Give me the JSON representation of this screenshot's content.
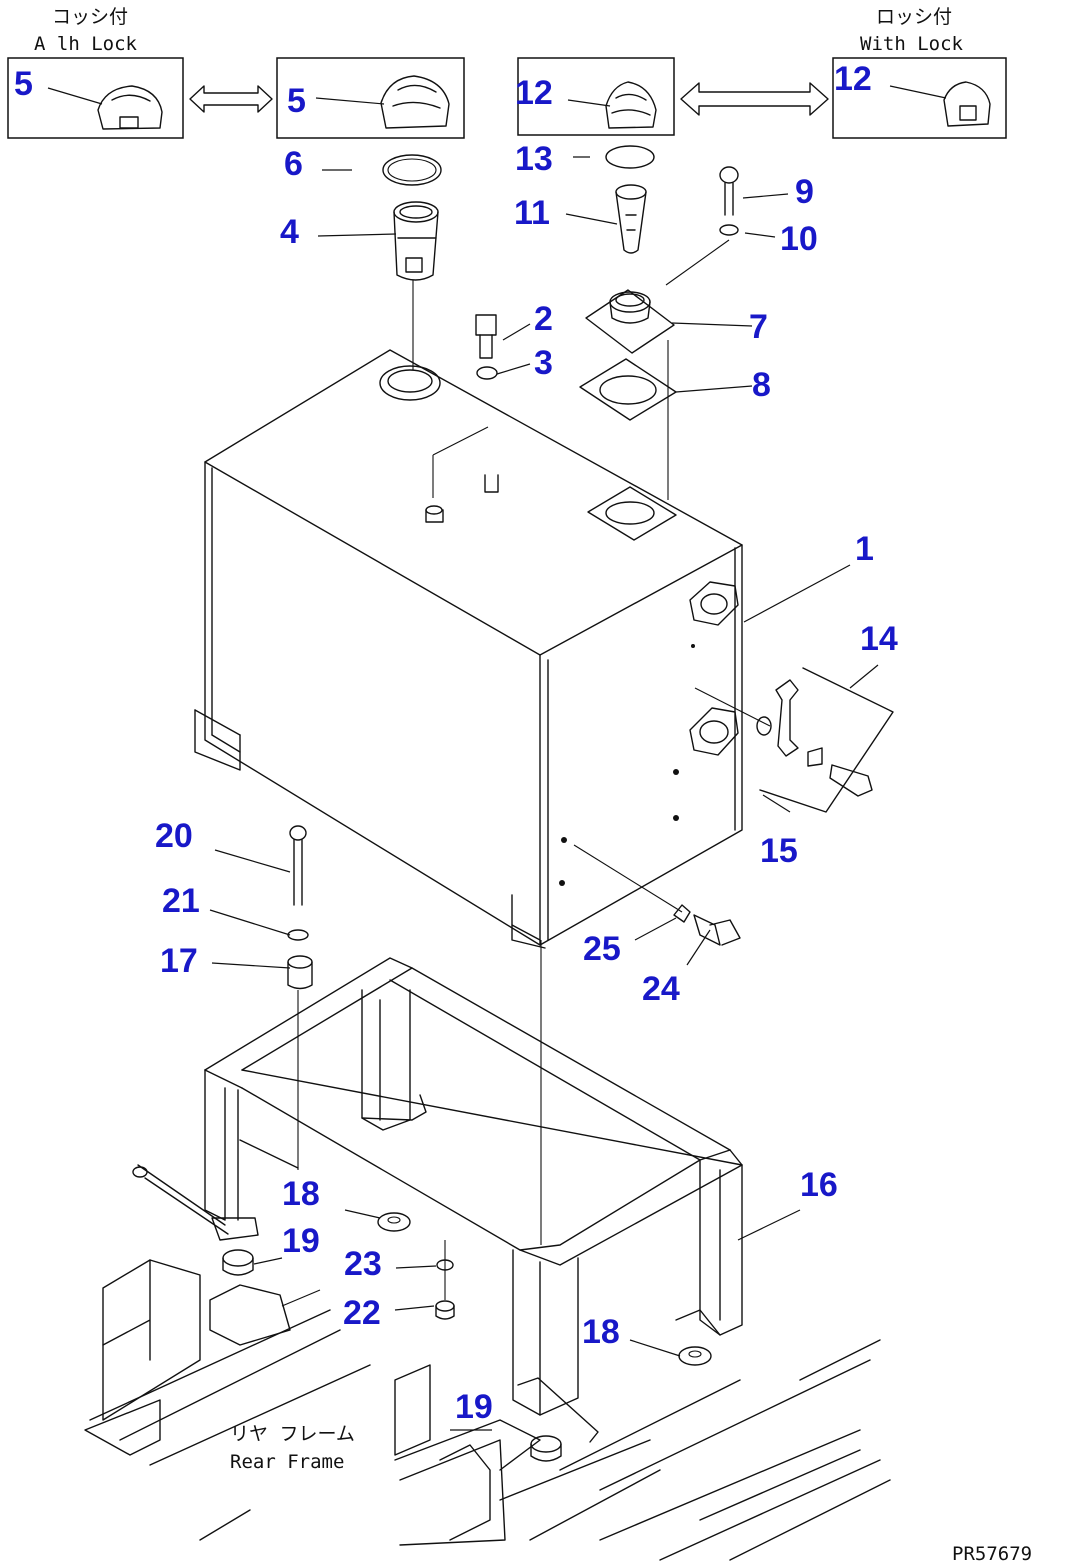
{
  "colors": {
    "callout": "#1818c8",
    "line": "#111111",
    "background": "#ffffff"
  },
  "captions": {
    "no_lock_jp": "コッシ付",
    "no_lock_en": "A  lh Lock",
    "with_lock_jp": "ロッシ付",
    "with_lock_en": "With Lock",
    "rear_frame_jp": "リヤ フレーム",
    "rear_frame_en": "Rear Frame"
  },
  "drawing_code": "PR57679",
  "callouts": [
    {
      "id": "c5a",
      "label": "5"
    },
    {
      "id": "c5b",
      "label": "5"
    },
    {
      "id": "c12a",
      "label": "12"
    },
    {
      "id": "c12b",
      "label": "12"
    },
    {
      "id": "c6",
      "label": "6"
    },
    {
      "id": "c13",
      "label": "13"
    },
    {
      "id": "c4",
      "label": "4"
    },
    {
      "id": "c11",
      "label": "11"
    },
    {
      "id": "c9",
      "label": "9"
    },
    {
      "id": "c10",
      "label": "10"
    },
    {
      "id": "c2",
      "label": "2"
    },
    {
      "id": "c3",
      "label": "3"
    },
    {
      "id": "c7",
      "label": "7"
    },
    {
      "id": "c8",
      "label": "8"
    },
    {
      "id": "c1",
      "label": "1"
    },
    {
      "id": "c14",
      "label": "14"
    },
    {
      "id": "c15",
      "label": "15"
    },
    {
      "id": "c20",
      "label": "20"
    },
    {
      "id": "c21",
      "label": "21"
    },
    {
      "id": "c17",
      "label": "17"
    },
    {
      "id": "c25",
      "label": "25"
    },
    {
      "id": "c24",
      "label": "24"
    },
    {
      "id": "c16",
      "label": "16"
    },
    {
      "id": "c18a",
      "label": "18"
    },
    {
      "id": "c19a",
      "label": "19"
    },
    {
      "id": "c23",
      "label": "23"
    },
    {
      "id": "c22",
      "label": "22"
    },
    {
      "id": "c18b",
      "label": "18"
    },
    {
      "id": "c19b",
      "label": "19"
    }
  ]
}
